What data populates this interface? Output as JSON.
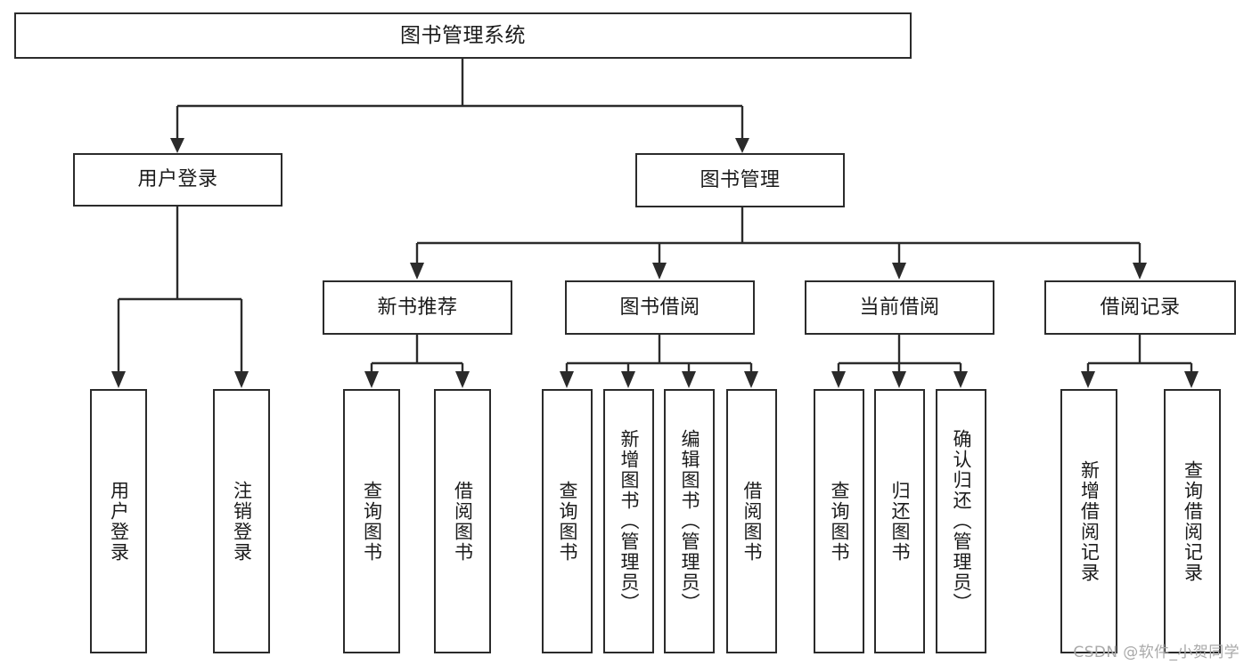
{
  "diagram": {
    "title": "图书管理系统",
    "type": "tree",
    "root": {
      "label": "图书管理系统"
    },
    "level1": [
      {
        "label": "用户登录"
      },
      {
        "label": "图书管理"
      }
    ],
    "level2": [
      {
        "label": "新书推荐"
      },
      {
        "label": "图书借阅"
      },
      {
        "label": "当前借阅"
      },
      {
        "label": "借阅记录"
      }
    ],
    "leaves": {
      "user_login": [
        {
          "label": "用户登录"
        },
        {
          "label": "注销登录"
        }
      ],
      "new_book_recommend": [
        {
          "label": "查询图书"
        },
        {
          "label": "借阅图书"
        }
      ],
      "book_borrow": [
        {
          "label": "查询图书"
        },
        {
          "label": "新增图书（管理员）"
        },
        {
          "label": "编辑图书（管理员）"
        },
        {
          "label": "借阅图书"
        }
      ],
      "current_borrow": [
        {
          "label": "查询图书"
        },
        {
          "label": "归还图书"
        },
        {
          "label": "确认归还（管理员）"
        }
      ],
      "borrow_record": [
        {
          "label": "新增借阅记录"
        },
        {
          "label": "查询借阅记录"
        }
      ]
    }
  },
  "watermark": {
    "text": "CSDN @软件_小贺同学"
  },
  "colors": {
    "stroke": "#2b2b2b",
    "background": "#ffffff",
    "text": "#1b1b1b",
    "watermark": "#a9a9a9"
  }
}
